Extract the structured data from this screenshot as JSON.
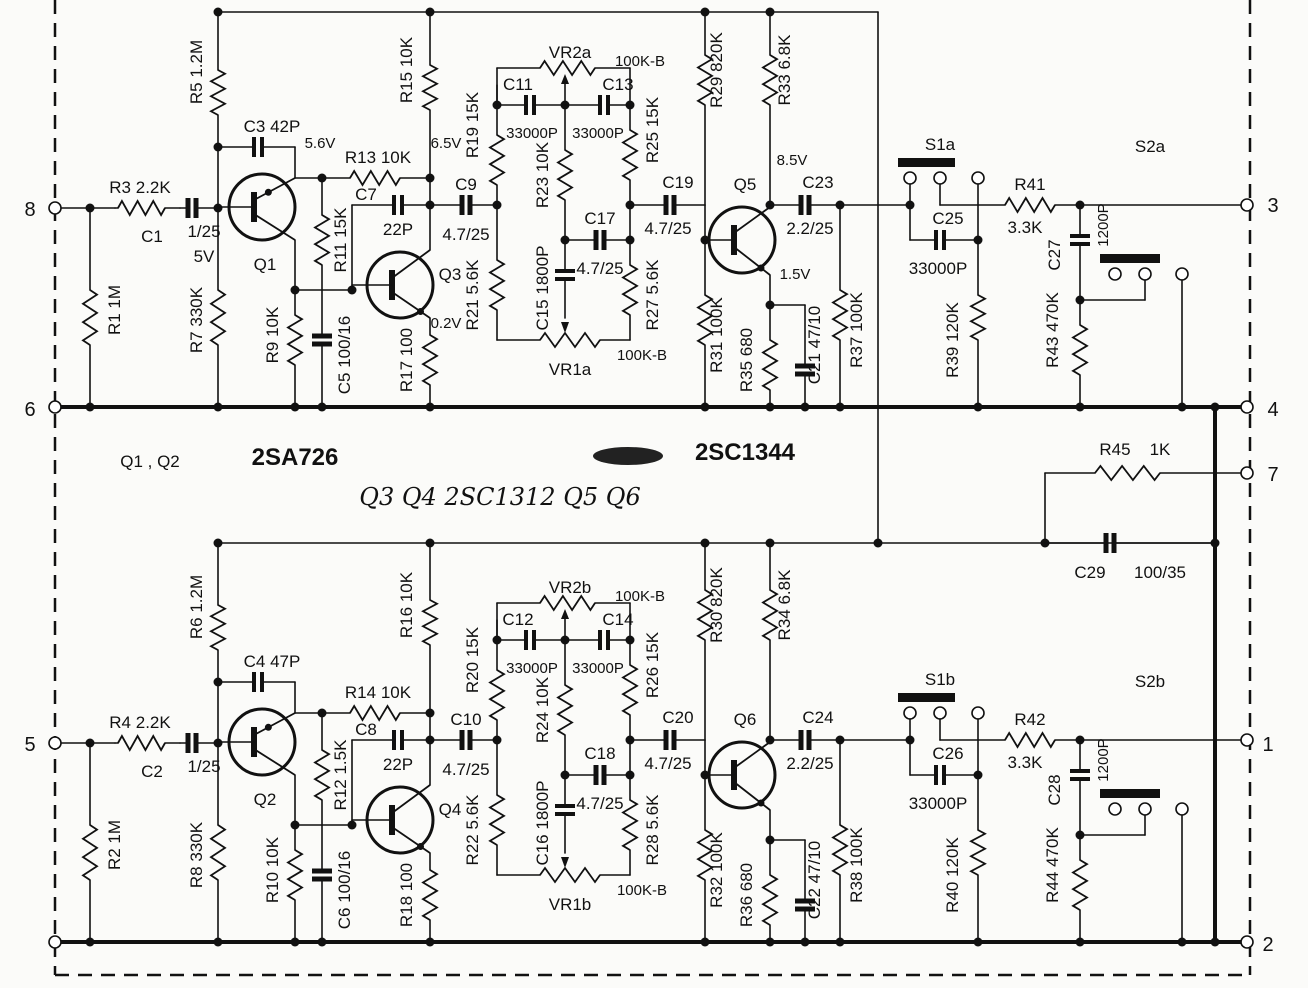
{
  "terminals": {
    "t8": "8",
    "t6": "6",
    "t3": "3",
    "t4": "4",
    "t7": "7",
    "t5": "5",
    "t1": "1",
    "t2": "2"
  },
  "common": {
    "q12": "Q1 , Q2",
    "q12_type": "2SA726",
    "q_type": "2SC1344",
    "handwritten": "Q3 Q4 2SC1312 Q5 Q6",
    "r45": "R45",
    "r45_val": "1K",
    "c29": "C29",
    "c29_val": "100/35"
  },
  "channel_a": {
    "r1": "R1 1M",
    "r3": "R3 2.2K",
    "c1": "C1",
    "c1v": "1/25",
    "v5": "5V",
    "r5": "R5 1.2M",
    "r7": "R7 330K",
    "c3": "C3 42P",
    "v56": "5.6V",
    "q1": "Q1",
    "r9": "R9 10K",
    "r11": "R11 15K",
    "c5": "C5 100/16",
    "r13": "R13 10K",
    "c7": "C7",
    "c7v": "22P",
    "q3": "Q3",
    "r15": "R15 10K",
    "v65": "6.5V",
    "v02": "0.2V",
    "r17": "R17 100",
    "c9": "C9",
    "c9v": "4.7/25",
    "r19": "R19 15K",
    "r21": "R21 5.6K",
    "c11": "C11",
    "c11v": "33000P",
    "c13": "C13",
    "c13v": "33000P",
    "vr2": "VR2a",
    "vr2v": "100K-B",
    "r23": "R23 10K",
    "c15": "C15 1800P",
    "vr1": "VR1a",
    "vr1v": "100K-B",
    "r25": "R25 15K",
    "c17": "C17",
    "c17v": "4.7/25",
    "r27": "R27 5.6K",
    "c19": "C19",
    "c19v": "4.7/25",
    "q5": "Q5",
    "r29": "R29 820K",
    "r31": "R31 100K",
    "r33": "R33 6.8K",
    "v85": "8.5V",
    "c23": "C23",
    "c23v": "2.2/25",
    "v15": "1.5V",
    "r35": "R35 680",
    "c21": "C21 47/10",
    "r37": "R37 100K",
    "s1": "S1a",
    "c25": "C25",
    "c25v": "33000P",
    "r39": "R39 120K",
    "r41": "R41",
    "r41v": "3.3K",
    "c27": "C27",
    "c27v": "1200P",
    "r43": "R43 470K",
    "s2": "S2a"
  },
  "channel_b": {
    "r1": "R2 1M",
    "r3": "R4 2.2K",
    "c1": "C2",
    "c1v": "1/25",
    "r5": "R6 1.2M",
    "r7": "R8 330K",
    "c3": "C4 47P",
    "q1": "Q2",
    "r9": "R10 10K",
    "r11": "R12 1.5K",
    "c5": "C6 100/16",
    "r13": "R14 10K",
    "c7": "C8",
    "c7v": "22P",
    "q3": "Q4",
    "r15": "R16 10K",
    "r17": "R18 100",
    "c9": "C10",
    "c9v": "4.7/25",
    "r19": "R20 15K",
    "r21": "R22 5.6K",
    "c11": "C12",
    "c11v": "33000P",
    "c13": "C14",
    "c13v": "33000P",
    "vr2": "VR2b",
    "vr2v": "100K-B",
    "r23": "R24 10K",
    "c15": "C16 1800P",
    "vr1": "VR1b",
    "vr1v": "100K-B",
    "r25": "R26 15K",
    "c17": "C18",
    "c17v": "4.7/25",
    "r27": "R28 5.6K",
    "c19": "C20",
    "c19v": "4.7/25",
    "q5": "Q6",
    "r29": "R30 820K",
    "r31": "R32 100K",
    "r33": "R34 6.8K",
    "c23": "C24",
    "c23v": "2.2/25",
    "r35": "R36 680",
    "c21": "C22 47/10",
    "r37": "R38 100K",
    "s1": "S1b",
    "c25": "C26",
    "c25v": "33000P",
    "r39": "R40 120K",
    "r41": "R42",
    "r41v": "3.3K",
    "c27": "C28",
    "c27v": "1200P",
    "r43": "R44 470K",
    "s2": "S2b"
  }
}
